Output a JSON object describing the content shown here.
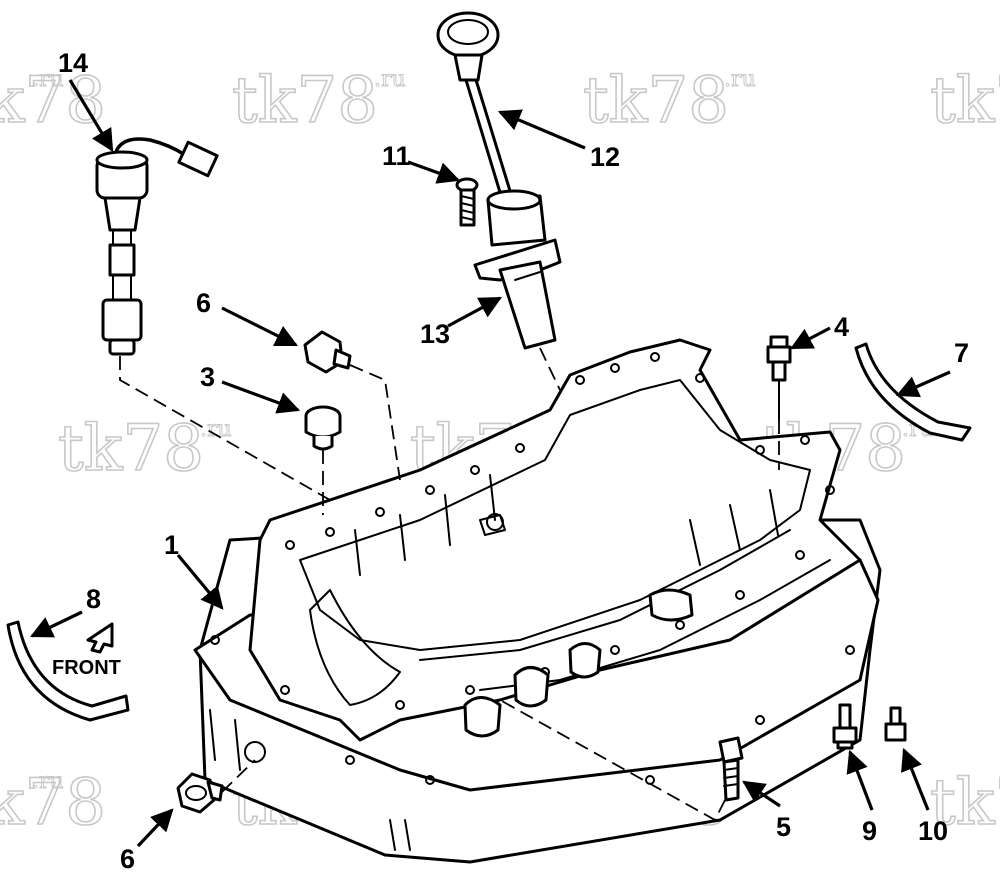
{
  "watermark": {
    "text": "tk78",
    "suffix": ".ru"
  },
  "direction_label": "FRONT",
  "callouts": [
    {
      "id": "c1",
      "label": "1"
    },
    {
      "id": "c3",
      "label": "3"
    },
    {
      "id": "c4",
      "label": "4"
    },
    {
      "id": "c5",
      "label": "5"
    },
    {
      "id": "c6a",
      "label": "6"
    },
    {
      "id": "c6b",
      "label": "6"
    },
    {
      "id": "c7",
      "label": "7"
    },
    {
      "id": "c8",
      "label": "8"
    },
    {
      "id": "c9",
      "label": "9"
    },
    {
      "id": "c10",
      "label": "10"
    },
    {
      "id": "c11",
      "label": "11"
    },
    {
      "id": "c12",
      "label": "12"
    },
    {
      "id": "c13",
      "label": "13"
    },
    {
      "id": "c14",
      "label": "14"
    }
  ],
  "colors": {
    "line": "#000000",
    "background": "#ffffff",
    "watermark": "#c8c8c8"
  }
}
